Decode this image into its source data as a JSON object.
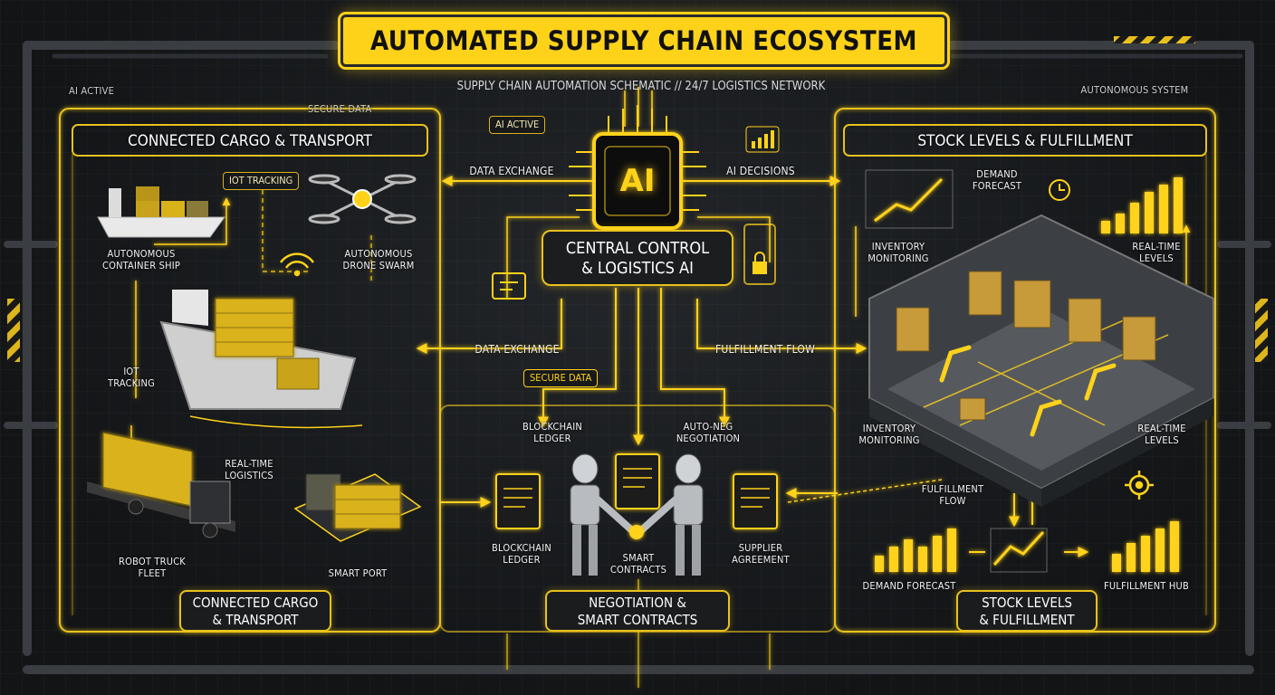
{
  "title": "AUTOMATED SUPPLY CHAIN ECOSYSTEM",
  "subtitle": "SUPPLY CHAIN AUTOMATION SCHEMATIC // 24/7 LOGISTICS NETWORK",
  "badges": {
    "ai_active_top": "AI ACTIVE",
    "secure_data_top": "SECURE DATA",
    "autonomous_system": "AUTONOMOUS SYSTEM",
    "ai_active_center": "AI ACTIVE",
    "iot_tracking_chip": "IOT TRACKING"
  },
  "center": {
    "chip_label": "AI",
    "box_label": "CENTRAL CONTROL\n& LOGISTICS AI",
    "data_exchange_top": "DATA EXCHANGE",
    "ai_decisions": "AI DECISIONS",
    "data_exchange_mid": "DATA EXCHANGE",
    "fulfillment_flow": "FULFILLMENT FLOW",
    "secure_data": "SECURE DATA"
  },
  "left_panel": {
    "title": "CONNECTED CARGO & TRANSPORT",
    "bottom_plate": "CONNECTED CARGO\n& TRANSPORT",
    "labels": {
      "ship": "AUTONOMOUS\nCONTAINER SHIP",
      "drone": "AUTONOMOUS\nDRONE SWARM",
      "iot": "IOT\nTRACKING",
      "realtime": "REAL-TIME\nLOGISTICS",
      "truck": "ROBOT TRUCK\nFLEET",
      "port": "SMART PORT"
    }
  },
  "middle_panel": {
    "bottom_plate": "NEGOTIATION &\nSMART CONTRACTS",
    "labels": {
      "blockchain_top": "BLOCKCHAIN\nLEDGER",
      "autoneg": "AUTO-NEG\nNEGOTIATION",
      "blockchain_bottom": "BLOCKCHAIN\nLEDGER",
      "smart_contracts": "SMART\nCONTRACTS",
      "supplier": "SUPPLIER\nAGREEMENT"
    }
  },
  "right_panel": {
    "title": "STOCK LEVELS & FULFILLMENT",
    "bottom_plate": "STOCK LEVELS\n& FULFILLMENT",
    "labels": {
      "demand_top": "DEMAND\nFORECAST",
      "inventory_top": "INVENTORY\nMONITORING",
      "realtime_top": "REAL-TIME\nLEVELS",
      "inventory_bottom": "INVENTORY\nMONITORING",
      "realtime_bottom": "REAL-TIME\nLEVELS",
      "fulfillment_flow": "FULFILLMENT\nFLOW",
      "demand_bottom": "DEMAND FORECAST",
      "fulfillment_hub": "FULFILLMENT HUB"
    }
  },
  "colors": {
    "accent": "#ffd21a",
    "panel_border": "#e8c21e",
    "background": "#15171a"
  }
}
